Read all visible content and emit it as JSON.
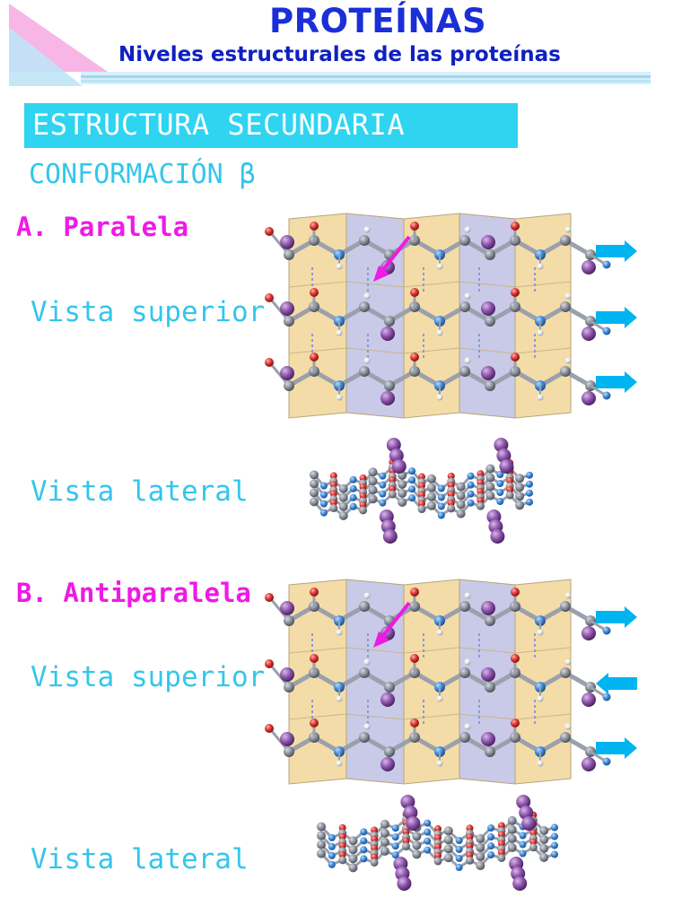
{
  "header": {
    "title": "PROTEÍNAS",
    "subtitle": "Niveles estructurales de las proteínas"
  },
  "section": {
    "label": "ESTRUCTURA SECUNDARIA",
    "conformation": "CONFORMACIÓN β"
  },
  "parallel": {
    "heading": "A. Paralela",
    "top_view": "Vista superior",
    "side_view": "Vista lateral",
    "strand_directions": [
      "right",
      "right",
      "right"
    ]
  },
  "antiparallel": {
    "heading": "B. Antiparalela",
    "top_view": "Vista superior",
    "side_view": "Vista lateral",
    "strand_directions": [
      "right",
      "left",
      "right"
    ]
  },
  "colors": {
    "title": "#1a2fd8",
    "section_bar": "#2fd4f0",
    "label": "#33c6ea",
    "heading": "#ee1ae6",
    "arrow": "#00b4f0",
    "sheet_tan": "#f4dca8",
    "sheet_lavender": "#c8cae8",
    "atom_carbon": "#8a8f9a",
    "atom_nitrogen": "#3a86d6",
    "atom_oxygen": "#d8302c",
    "atom_side_chain": "#8a52a8"
  }
}
